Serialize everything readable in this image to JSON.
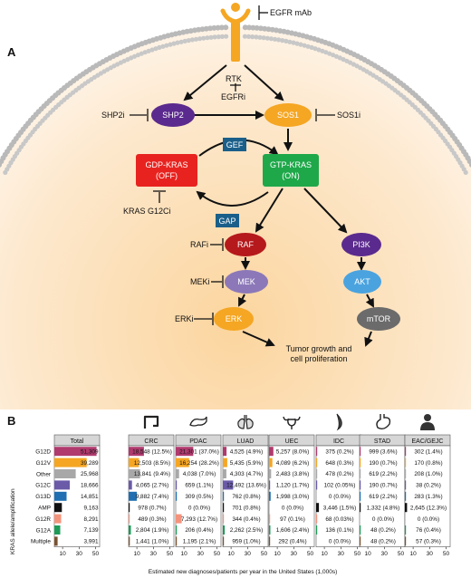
{
  "panel_a": {
    "letter": "A",
    "egfr_mab": "EGFR mAb",
    "rtk": "RTK",
    "egfri": "EGFRi",
    "shp2i": "SHP2i",
    "sos1i": "SOS1i",
    "gef": "GEF",
    "gap": "GAP",
    "kras_g12ci": "KRAS G12Ci",
    "rafi": "RAFi",
    "meki": "MEKi",
    "erki": "ERKi",
    "tumor_line1": "Tumor growth and",
    "tumor_line2": "cell proliferation",
    "nodes": {
      "shp2": "SHP2",
      "sos1": "SOS1",
      "gdp_line1": "GDP-KRAS",
      "gdp_line2": "(OFF)",
      "gtp_line1": "GTP-KRAS",
      "gtp_line2": "(ON)",
      "raf": "RAF",
      "pi3k": "PI3K",
      "mek": "MEK",
      "akt": "AKT",
      "erk": "ERK",
      "mtor": "mTOR"
    },
    "colors": {
      "shp2": "#5b2a8e",
      "sos1": "#f5a623",
      "gdp": "#e8231f",
      "gtp": "#1fa84a",
      "raf": "#b5191c",
      "pi3k": "#5b2a8e",
      "mek": "#8c78b8",
      "akt": "#4aa3df",
      "erk": "#f5a623",
      "mtor": "#6b6b6b",
      "gef_box": "#1a5f8a",
      "gap_box": "#1a5f8a"
    }
  },
  "panel_b": {
    "letter": "B",
    "ylabel": "KRAS allele/amplification",
    "xlabel": "Estimated new diagnoses/patients per year in the United States (1,000s)",
    "rows": [
      "G12D",
      "G12V",
      "Other",
      "G12C",
      "G13D",
      "AMP",
      "G12R",
      "G12A",
      "Multiple"
    ],
    "row_colors": [
      "#b03a6e",
      "#f5a623",
      "#a8a8a8",
      "#6a5aa8",
      "#1f6fb2",
      "#111111",
      "#f4937c",
      "#1e9a57",
      "#7a5230"
    ],
    "total": {
      "title": "Total",
      "values": [
        51309,
        39289,
        25968,
        18666,
        14851,
        9163,
        8291,
        7139,
        3991
      ],
      "labels": [
        "51,309",
        "39,289",
        "25,968",
        "18,666",
        "14,851",
        "9,163",
        "8,291",
        "7,139",
        "3,991"
      ],
      "ticks": [
        "10",
        "30",
        "50"
      ]
    },
    "cancers": [
      {
        "title": "CRC",
        "icon": "colon-icon",
        "values": [
          18548,
          12503,
          13841,
          4065,
          9882,
          978,
          489,
          2804,
          1441
        ],
        "labels": [
          "18,548 (12.5%)",
          "12,503 (8.5%)",
          "13,841 (9.4%)",
          "4,065 (2.7%)",
          "9,882 (7.4%)",
          "978 (0.7%)",
          "489 (0.3%)",
          "2,804 (1.9%)",
          "1,441 (1.0%)"
        ],
        "ticks": [
          "10",
          "30",
          "50"
        ]
      },
      {
        "title": "PDAC",
        "icon": "pancreas-icon",
        "values": [
          21301,
          16254,
          4038,
          659,
          309,
          0,
          7293,
          206,
          1195
        ],
        "labels": [
          "21,301 (37.0%)",
          "16,254 (28.2%)",
          "4,038 (7.0%)",
          "659 (1.1%)",
          "309 (0.5%)",
          "0 (0.0%)",
          "7,293 (12.7%)",
          "206 (0.4%)",
          "1,195 (2.1%)"
        ],
        "ticks": [
          "10",
          "30",
          "50"
        ]
      },
      {
        "title": "LUAD",
        "icon": "lungs-icon",
        "values": [
          4525,
          5435,
          4303,
          12492,
          762,
          701,
          344,
          2262,
          959
        ],
        "labels": [
          "4,525 (4.9%)",
          "5,435 (5.9%)",
          "4,303 (4.7%)",
          "12,492 (13.6%)",
          "762 (0.8%)",
          "701 (0.8%)",
          "344 (0.4%)",
          "2,262 (2.5%)",
          "959 (1.0%)"
        ],
        "ticks": [
          "10",
          "30",
          "50"
        ]
      },
      {
        "title": "UEC",
        "icon": "uterus-icon",
        "values": [
          5257,
          4089,
          2483,
          1120,
          1998,
          0,
          97,
          1606,
          292
        ],
        "labels": [
          "5,257 (8.0%)",
          "4,089 (6.2%)",
          "2,483 (3.8%)",
          "1,120 (1.7%)",
          "1,998 (3.0%)",
          "0 (0.0%)",
          "97 (0.1%)",
          "1,606 (2.4%)",
          "292 (0.4%)"
        ],
        "ticks": [
          "10",
          "30",
          "50"
        ]
      },
      {
        "title": "IDC",
        "icon": "breast-icon",
        "values": [
          375,
          648,
          478,
          102,
          0,
          3446,
          68,
          136,
          0
        ],
        "labels": [
          "375 (0.2%)",
          "648 (0.3%)",
          "478 (0.2%)",
          "102 (0.05%)",
          "0 (0.0%)",
          "3,446 (1.5%)",
          "68 (0.03%)",
          "136 (0.1%)",
          "0 (0.0%)"
        ],
        "ticks": [
          "10",
          "30",
          "50"
        ]
      },
      {
        "title": "STAD",
        "icon": "stomach-icon",
        "values": [
          999,
          190,
          619,
          190,
          619,
          1332,
          0,
          48,
          48
        ],
        "labels": [
          "999 (3.6%)",
          "190 (0.7%)",
          "619 (2.2%)",
          "190 (0.7%)",
          "619 (2.2%)",
          "1,332 (4.8%)",
          "0 (0.0%)",
          "48 (0.2%)",
          "48 (0.2%)"
        ],
        "ticks": [
          "10",
          "30",
          "50"
        ]
      },
      {
        "title": "EAC/GEJC",
        "icon": "esophagus-icon",
        "values": [
          302,
          170,
          208,
          38,
          283,
          2645,
          0,
          76,
          57
        ],
        "labels": [
          "302 (1.4%)",
          "170 (0.8%)",
          "208 (1.0%)",
          "38 (0.2%)",
          "283 (1.3%)",
          "2,645 (12.3%)",
          "0 (0.0%)",
          "76 (0.4%)",
          "57 (0.3%)"
        ],
        "ticks": [
          "10",
          "30",
          "50"
        ]
      }
    ]
  }
}
